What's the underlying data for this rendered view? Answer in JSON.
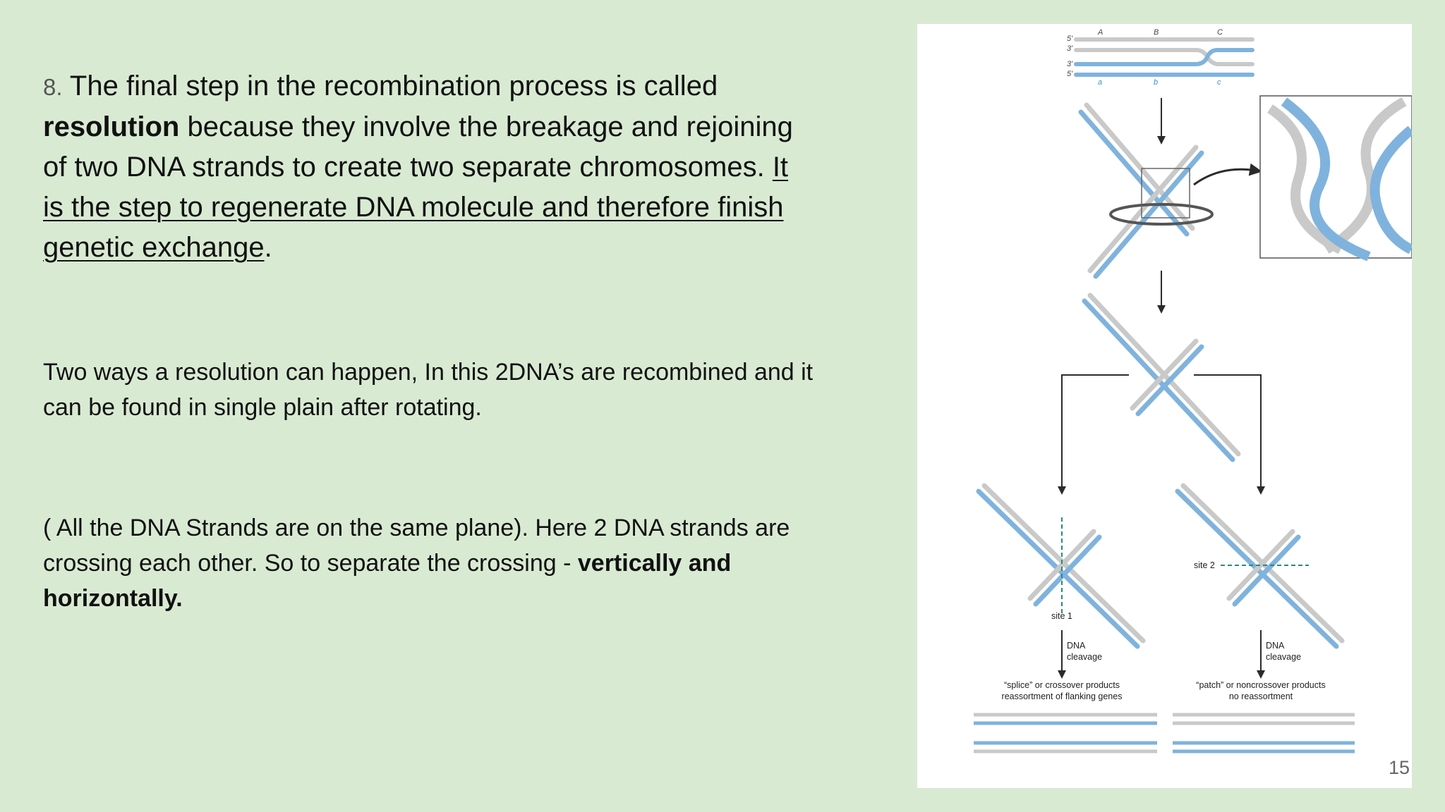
{
  "step": {
    "number": "8.",
    "sentence1": "The final step in the recombination process  is called",
    "term": "resolution",
    "sentence2": "because they involve the  breakage and rejoining of two DNA strands  to create two separate chromosomes.",
    "underlined": "It is the step to regenerate DNA molecule and therefore  finish genetic exchange",
    "end": "."
  },
  "para2": " Two ways a resolution can happen, In this 2DNA’s are recombined and it can be found in single plain after rotating.",
  "para3": {
    "text": "( All the DNA Strands are on the same plane). Here 2 DNA strands are crossing each other. So to separate the crossing  - ",
    "bold": "vertically and horizontally."
  },
  "figure": {
    "strand_labels_upper": [
      "A",
      "B",
      "C"
    ],
    "strand_labels_lower": [
      "a",
      "b",
      "c"
    ],
    "end_labels": [
      "5'",
      "3'"
    ],
    "site1": "site 1",
    "site2": "site 2",
    "cleavage_left": "DNA\ncleavage",
    "cleavage_right": "DNA\ncleavage",
    "caption_left_1": "“splice” or crossover products",
    "caption_left_2": "reassortment of flanking genes",
    "caption_right_1": "“patch” or noncrossover products",
    "caption_right_2": "no reassortment",
    "colors": {
      "strand_gray": "#c9c9c9",
      "strand_blue": "#7fb3dd",
      "dark": "#2b2b2b"
    }
  },
  "page_number": "15"
}
